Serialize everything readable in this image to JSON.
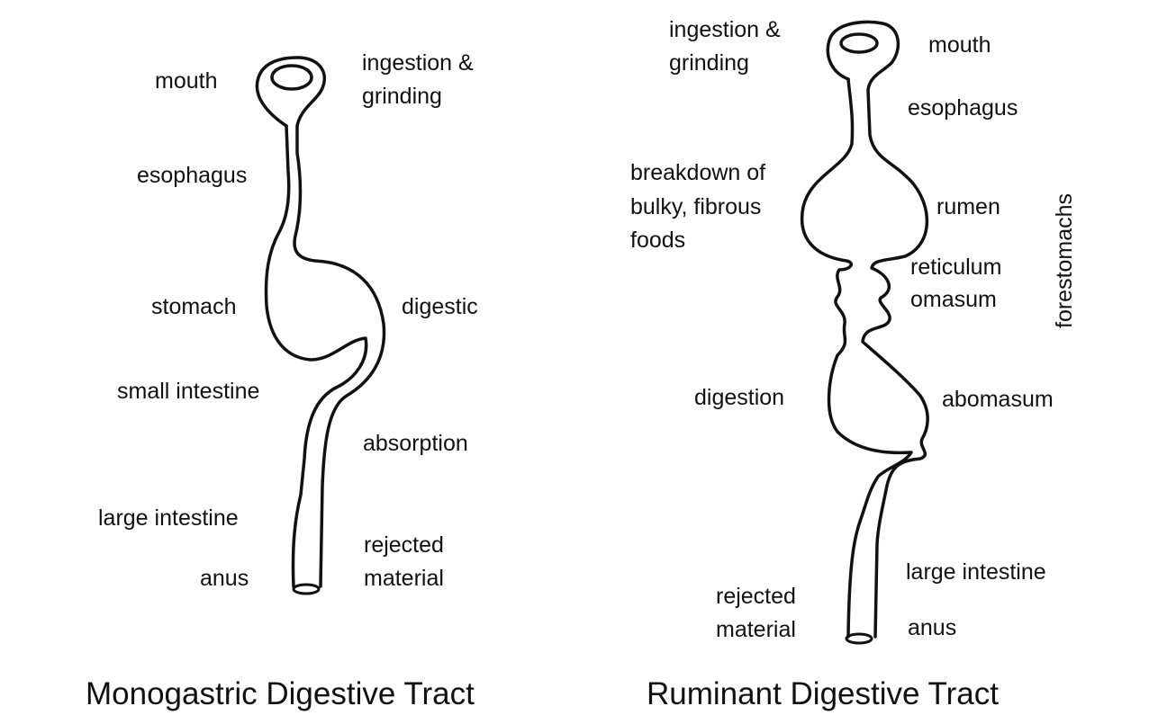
{
  "monogastric": {
    "title": "Monogastric Digestive Tract",
    "labels": {
      "mouth": "mouth",
      "ingestion": "ingestion &",
      "grinding": "grinding",
      "esophagus": "esophagus",
      "stomach": "stomach",
      "digestic": "digestic",
      "small_intestine": "small intestine",
      "absorption": "absorption",
      "large_intestine": "large intestine",
      "anus": "anus",
      "rejected": "rejected",
      "material": "material"
    }
  },
  "ruminant": {
    "title": "Ruminant Digestive Tract",
    "labels": {
      "ingestion": "ingestion &",
      "grinding": "grinding",
      "mouth": "mouth",
      "esophagus": "esophagus",
      "breakdown1": "breakdown of",
      "breakdown2": "bulky, fibrous",
      "breakdown3": "foods",
      "rumen": "rumen",
      "reticulum": "reticulum",
      "omasum": "omasum",
      "forestomachs": "forestomachs",
      "digestion": "digestion",
      "abomasum": "abomasum",
      "large_intestine": "large intestine",
      "rejected": "rejected",
      "material": "material",
      "anus": "anus"
    }
  }
}
